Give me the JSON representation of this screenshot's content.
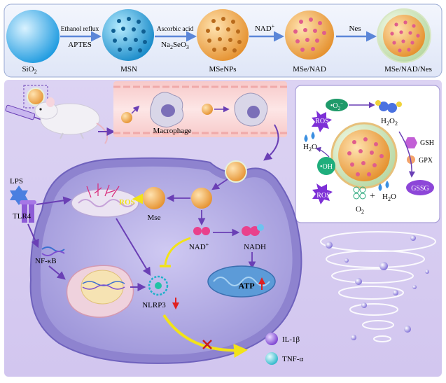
{
  "synthesis": {
    "stage1": "SiO",
    "stage1_sub": "2",
    "stage2": "MSN",
    "stage3": "MSeNPs",
    "stage4": "MSe/NAD",
    "stage5": "MSe/NAD/Nes",
    "arrow1_top": "Ethanol reflux",
    "arrow1_bottom": "APTES",
    "arrow2_top": "Ascorbic acid",
    "arrow2_bottom_a": "Na",
    "arrow2_bottom_b": "2",
    "arrow2_bottom_c": "SeO",
    "arrow2_bottom_d": "3",
    "arrow3": "NAD",
    "arrow3_sup": "+",
    "arrow4": "Nes"
  },
  "vessel": {
    "macrophage": "Macrophage"
  },
  "ros_panel": {
    "o2_radical": "•O",
    "o2_radical_sub": "2",
    "o2_radical_sup": "−",
    "h2o2": "H",
    "h2o2_sub": "2",
    "h2o2_tail": "O",
    "h2o2_sub2": "2",
    "ros": "ROS",
    "h2o": "H",
    "h2o_sub": "2",
    "h2o_tail": "O",
    "gsh": "GSH",
    "gpx": "GPX",
    "gssg": "GSSG",
    "oh_radical": "•OH",
    "plus": "+",
    "o2": "O",
    "o2_sub": "2"
  },
  "cell": {
    "lps": "LPS",
    "tlr4": "TLR4",
    "nfkb": "NF-κB",
    "ros": "ROS",
    "mse": "Mse",
    "nad": "NAD",
    "nad_sup": "+",
    "nadh": "NADH",
    "nlrp3": "NLRP3",
    "atp": "ATP"
  },
  "legend": {
    "il1b": "IL-1β",
    "tnfa": "TNF-α"
  },
  "colors": {
    "arrow_blue": "#5b86d8",
    "arrow_purple": "#6a3fb5",
    "yellow": "#f2e318",
    "red": "#e02020",
    "cell_fill": "#b9b3e6",
    "particle_orange": "#f5b866",
    "particle_pink": "#e05d8c"
  }
}
